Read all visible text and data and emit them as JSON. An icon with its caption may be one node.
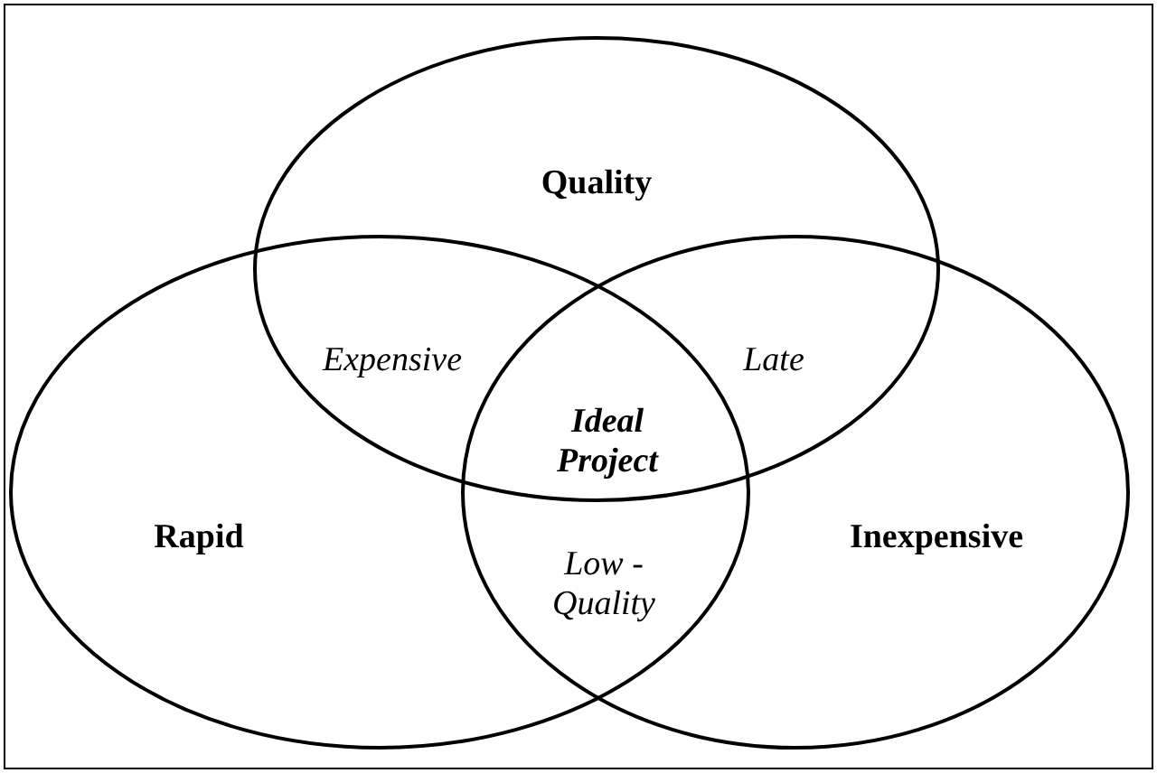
{
  "diagram": {
    "nodes": [
      {
        "text": [
          "Quality"
        ]
      },
      {
        "text": [
          "Rapid"
        ]
      },
      {
        "text": [
          "Inexpensive"
        ]
      }
    ],
    "labels": [
      "Expensive",
      "Late",
      "Ideal Project",
      "Low - Quality"
    ]
  }
}
